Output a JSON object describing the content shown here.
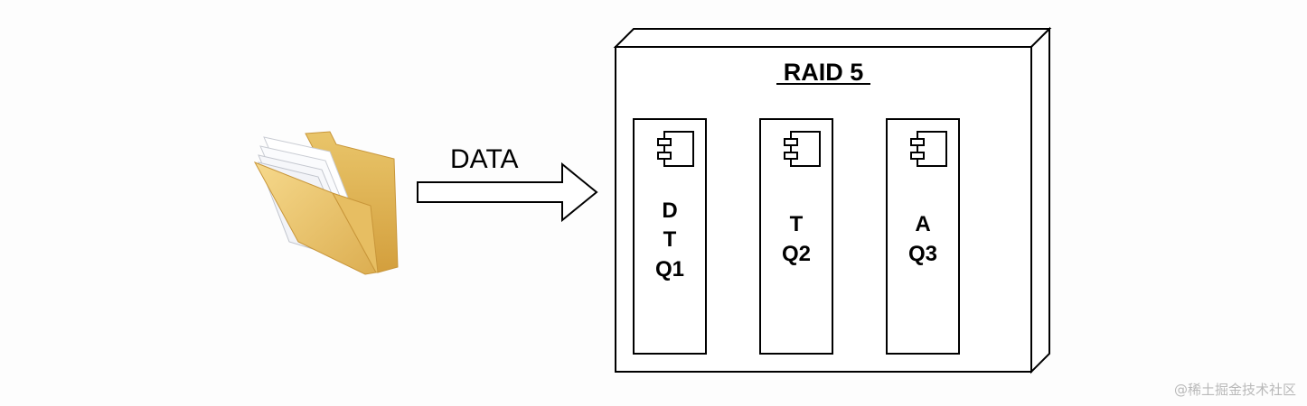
{
  "arrow_label": "DATA",
  "raid": {
    "title": "RAID 5",
    "disks": [
      {
        "lines": [
          "D",
          "T",
          "Q1"
        ]
      },
      {
        "lines": [
          "T",
          "Q2"
        ]
      },
      {
        "lines": [
          "A",
          "Q3"
        ]
      }
    ]
  },
  "watermark": "@稀土掘金技术社区"
}
